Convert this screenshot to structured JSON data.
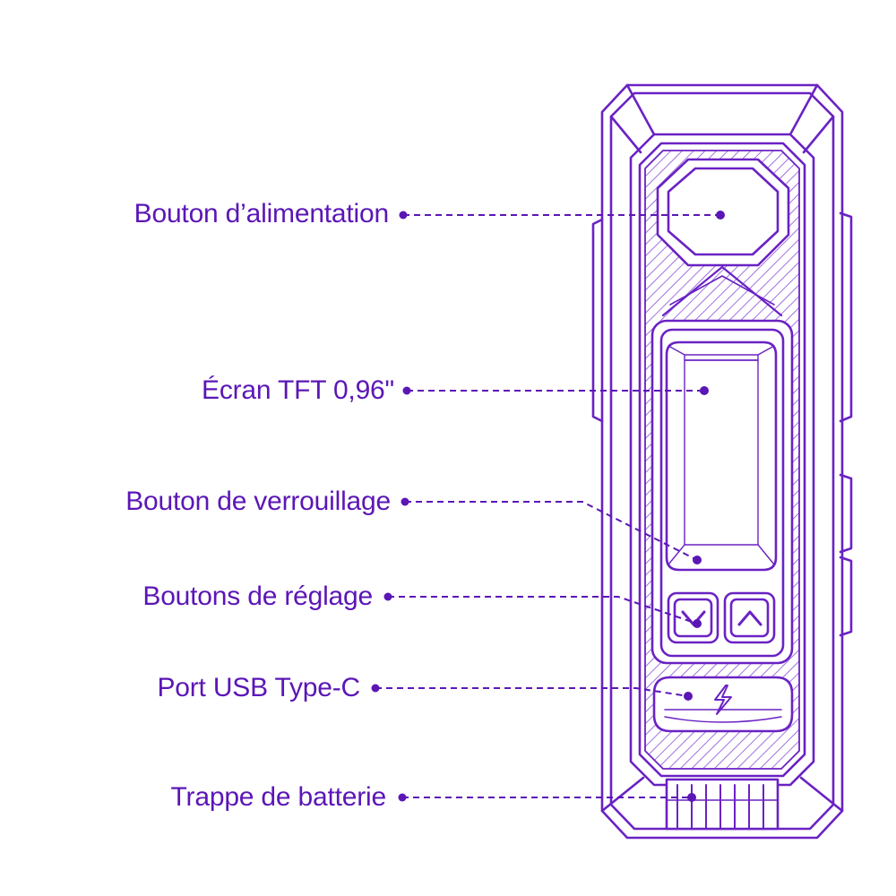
{
  "colors": {
    "device_stroke": "#6a22c4",
    "label_text": "#5b16b6",
    "hatch": "#8a4fd6",
    "background": "#ffffff"
  },
  "callouts": [
    {
      "id": "power",
      "label": "Bouton d’alimentation"
    },
    {
      "id": "screen",
      "label": "Écran TFT 0,96\""
    },
    {
      "id": "lock",
      "label": "Bouton de verrouillage"
    },
    {
      "id": "adjust",
      "label": "Boutons de réglage"
    },
    {
      "id": "usb",
      "label": "Port USB Type-C"
    },
    {
      "id": "battery",
      "label": "Trappe de batterie"
    }
  ],
  "icons": {
    "down_button": "chevron-down-icon",
    "up_button": "chevron-up-icon",
    "usb_port": "lightning-icon"
  }
}
